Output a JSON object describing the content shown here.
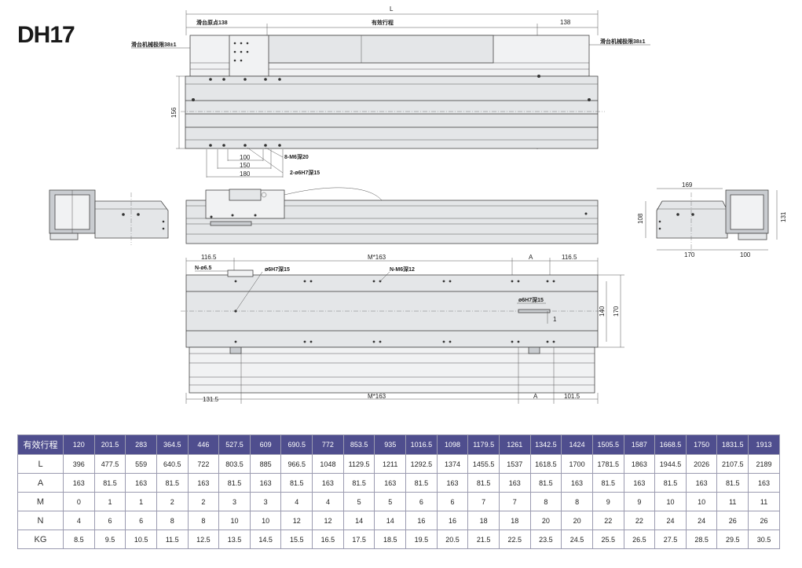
{
  "model": "DH17",
  "top_view": {
    "overall_label": "L",
    "left_label": "滑台原点138",
    "center_label": "有效行程",
    "right_label": "138",
    "left_limit_label": "滑台机械极限38±1",
    "right_limit_label": "滑台机械极限38±1",
    "height_label": "156",
    "holes_label": "8-M6深20",
    "pin_label": "2-ø6H7深15",
    "spacing": [
      "100",
      "150",
      "180"
    ]
  },
  "side_view": {
    "width_top": "169",
    "height_left": "108",
    "height_right": "131",
    "width_bottom": "170",
    "width_motor": "100"
  },
  "bottom_view": {
    "left_offset_top": "116.5",
    "pitch_top": "M*163",
    "a_top": "A",
    "right_offset_top": "116.5",
    "hole_n": "N-ø6.5",
    "pin_left": "ø6H7深15",
    "n_holes": "N-M6深12",
    "pin_right": "ø6H7深15",
    "mark_1": "1",
    "height_inner": "140",
    "height_outer": "170",
    "left_offset_bottom": "131.5",
    "pitch_bottom": "M*163",
    "a_bottom": "A",
    "right_offset_bottom": "101.5"
  },
  "table": {
    "header_label": "有效行程",
    "strokes": [
      "120",
      "201.5",
      "283",
      "364.5",
      "446",
      "527.5",
      "609",
      "690.5",
      "772",
      "853.5",
      "935",
      "1016.5",
      "1098",
      "1179.5",
      "1261",
      "1342.5",
      "1424",
      "1505.5",
      "1587",
      "1668.5",
      "1750",
      "1831.5",
      "1913"
    ],
    "rows": [
      {
        "label": "L",
        "values": [
          "396",
          "477.5",
          "559",
          "640.5",
          "722",
          "803.5",
          "885",
          "966.5",
          "1048",
          "1129.5",
          "1211",
          "1292.5",
          "1374",
          "1455.5",
          "1537",
          "1618.5",
          "1700",
          "1781.5",
          "1863",
          "1944.5",
          "2026",
          "2107.5",
          "2189"
        ]
      },
      {
        "label": "A",
        "values": [
          "163",
          "81.5",
          "163",
          "81.5",
          "163",
          "81.5",
          "163",
          "81.5",
          "163",
          "81.5",
          "163",
          "81.5",
          "163",
          "81.5",
          "163",
          "81.5",
          "163",
          "81.5",
          "163",
          "81.5",
          "163",
          "81.5",
          "163"
        ]
      },
      {
        "label": "M",
        "values": [
          "0",
          "1",
          "1",
          "2",
          "2",
          "3",
          "3",
          "4",
          "4",
          "5",
          "5",
          "6",
          "6",
          "7",
          "7",
          "8",
          "8",
          "9",
          "9",
          "10",
          "10",
          "11",
          "11"
        ]
      },
      {
        "label": "N",
        "values": [
          "4",
          "6",
          "6",
          "8",
          "8",
          "10",
          "10",
          "12",
          "12",
          "14",
          "14",
          "16",
          "16",
          "18",
          "18",
          "20",
          "20",
          "22",
          "22",
          "24",
          "24",
          "26",
          "26"
        ]
      },
      {
        "label": "KG",
        "values": [
          "8.5",
          "9.5",
          "10.5",
          "11.5",
          "12.5",
          "13.5",
          "14.5",
          "15.5",
          "16.5",
          "17.5",
          "18.5",
          "19.5",
          "20.5",
          "21.5",
          "22.5",
          "23.5",
          "24.5",
          "25.5",
          "26.5",
          "27.5",
          "28.5",
          "29.5",
          "30.5"
        ]
      }
    ]
  }
}
